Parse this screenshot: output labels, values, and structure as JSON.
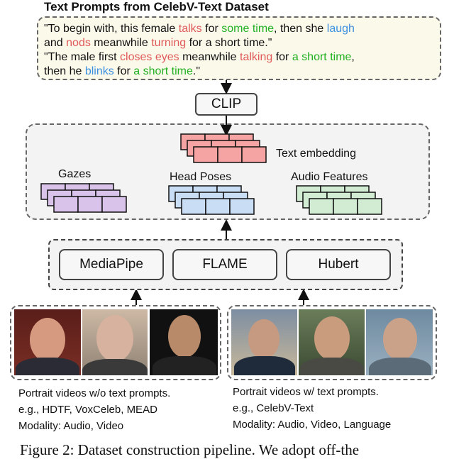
{
  "title": "Text Prompts from CelebV-Text Dataset",
  "prompt": {
    "line1": [
      {
        "t": "\"To begin with, this female ",
        "c": ""
      },
      {
        "t": "talks",
        "c": "red"
      },
      {
        "t": " for ",
        "c": ""
      },
      {
        "t": "some time",
        "c": "green"
      },
      {
        "t": ", then she ",
        "c": ""
      },
      {
        "t": "laugh",
        "c": "blue"
      }
    ],
    "line2": [
      {
        "t": "and ",
        "c": ""
      },
      {
        "t": "nods",
        "c": "red"
      },
      {
        "t": " meanwhile ",
        "c": ""
      },
      {
        "t": "turning",
        "c": "red"
      },
      {
        "t": " for a short time.\"",
        "c": ""
      }
    ],
    "line3": [
      {
        "t": "\"The male first ",
        "c": ""
      },
      {
        "t": "closes eyes",
        "c": "red"
      },
      {
        "t": " meanwhile ",
        "c": ""
      },
      {
        "t": "talking",
        "c": "red"
      },
      {
        "t": " for ",
        "c": ""
      },
      {
        "t": "a short time",
        "c": "green"
      },
      {
        "t": ",",
        "c": ""
      }
    ],
    "line4": [
      {
        "t": "then he ",
        "c": ""
      },
      {
        "t": "blinks",
        "c": "blue"
      },
      {
        "t": " for ",
        "c": ""
      },
      {
        "t": "a short time",
        "c": "green"
      },
      {
        "t": ".\"",
        "c": ""
      }
    ]
  },
  "clip_label": "CLIP",
  "text_embedding_label": "Text embedding",
  "gazes_label": "Gazes",
  "head_poses_label": "Head Poses",
  "audio_features_label": "Audio Features",
  "encoders": [
    "MediaPipe",
    "FLAME",
    "Hubert"
  ],
  "left_caption": {
    "line1": "Portrait videos w/o text prompts.",
    "line2": "e.g., HDTF, VoxCeleb, MEAD",
    "line3": "Modality: Audio, Video"
  },
  "right_caption": {
    "line1": "Portrait videos w/ text prompts.",
    "line2": "e.g., CelebV-Text",
    "line3": "Modality: Audio, Video, Language"
  },
  "figure_caption": "Figure 2: Dataset construction pipeline. We adopt off-the",
  "colors": {
    "text_embedding": "#f6a3a3",
    "gazes": "#d9c3ea",
    "head_poses": "#c9def5",
    "audio_features": "#d1ecd2"
  }
}
